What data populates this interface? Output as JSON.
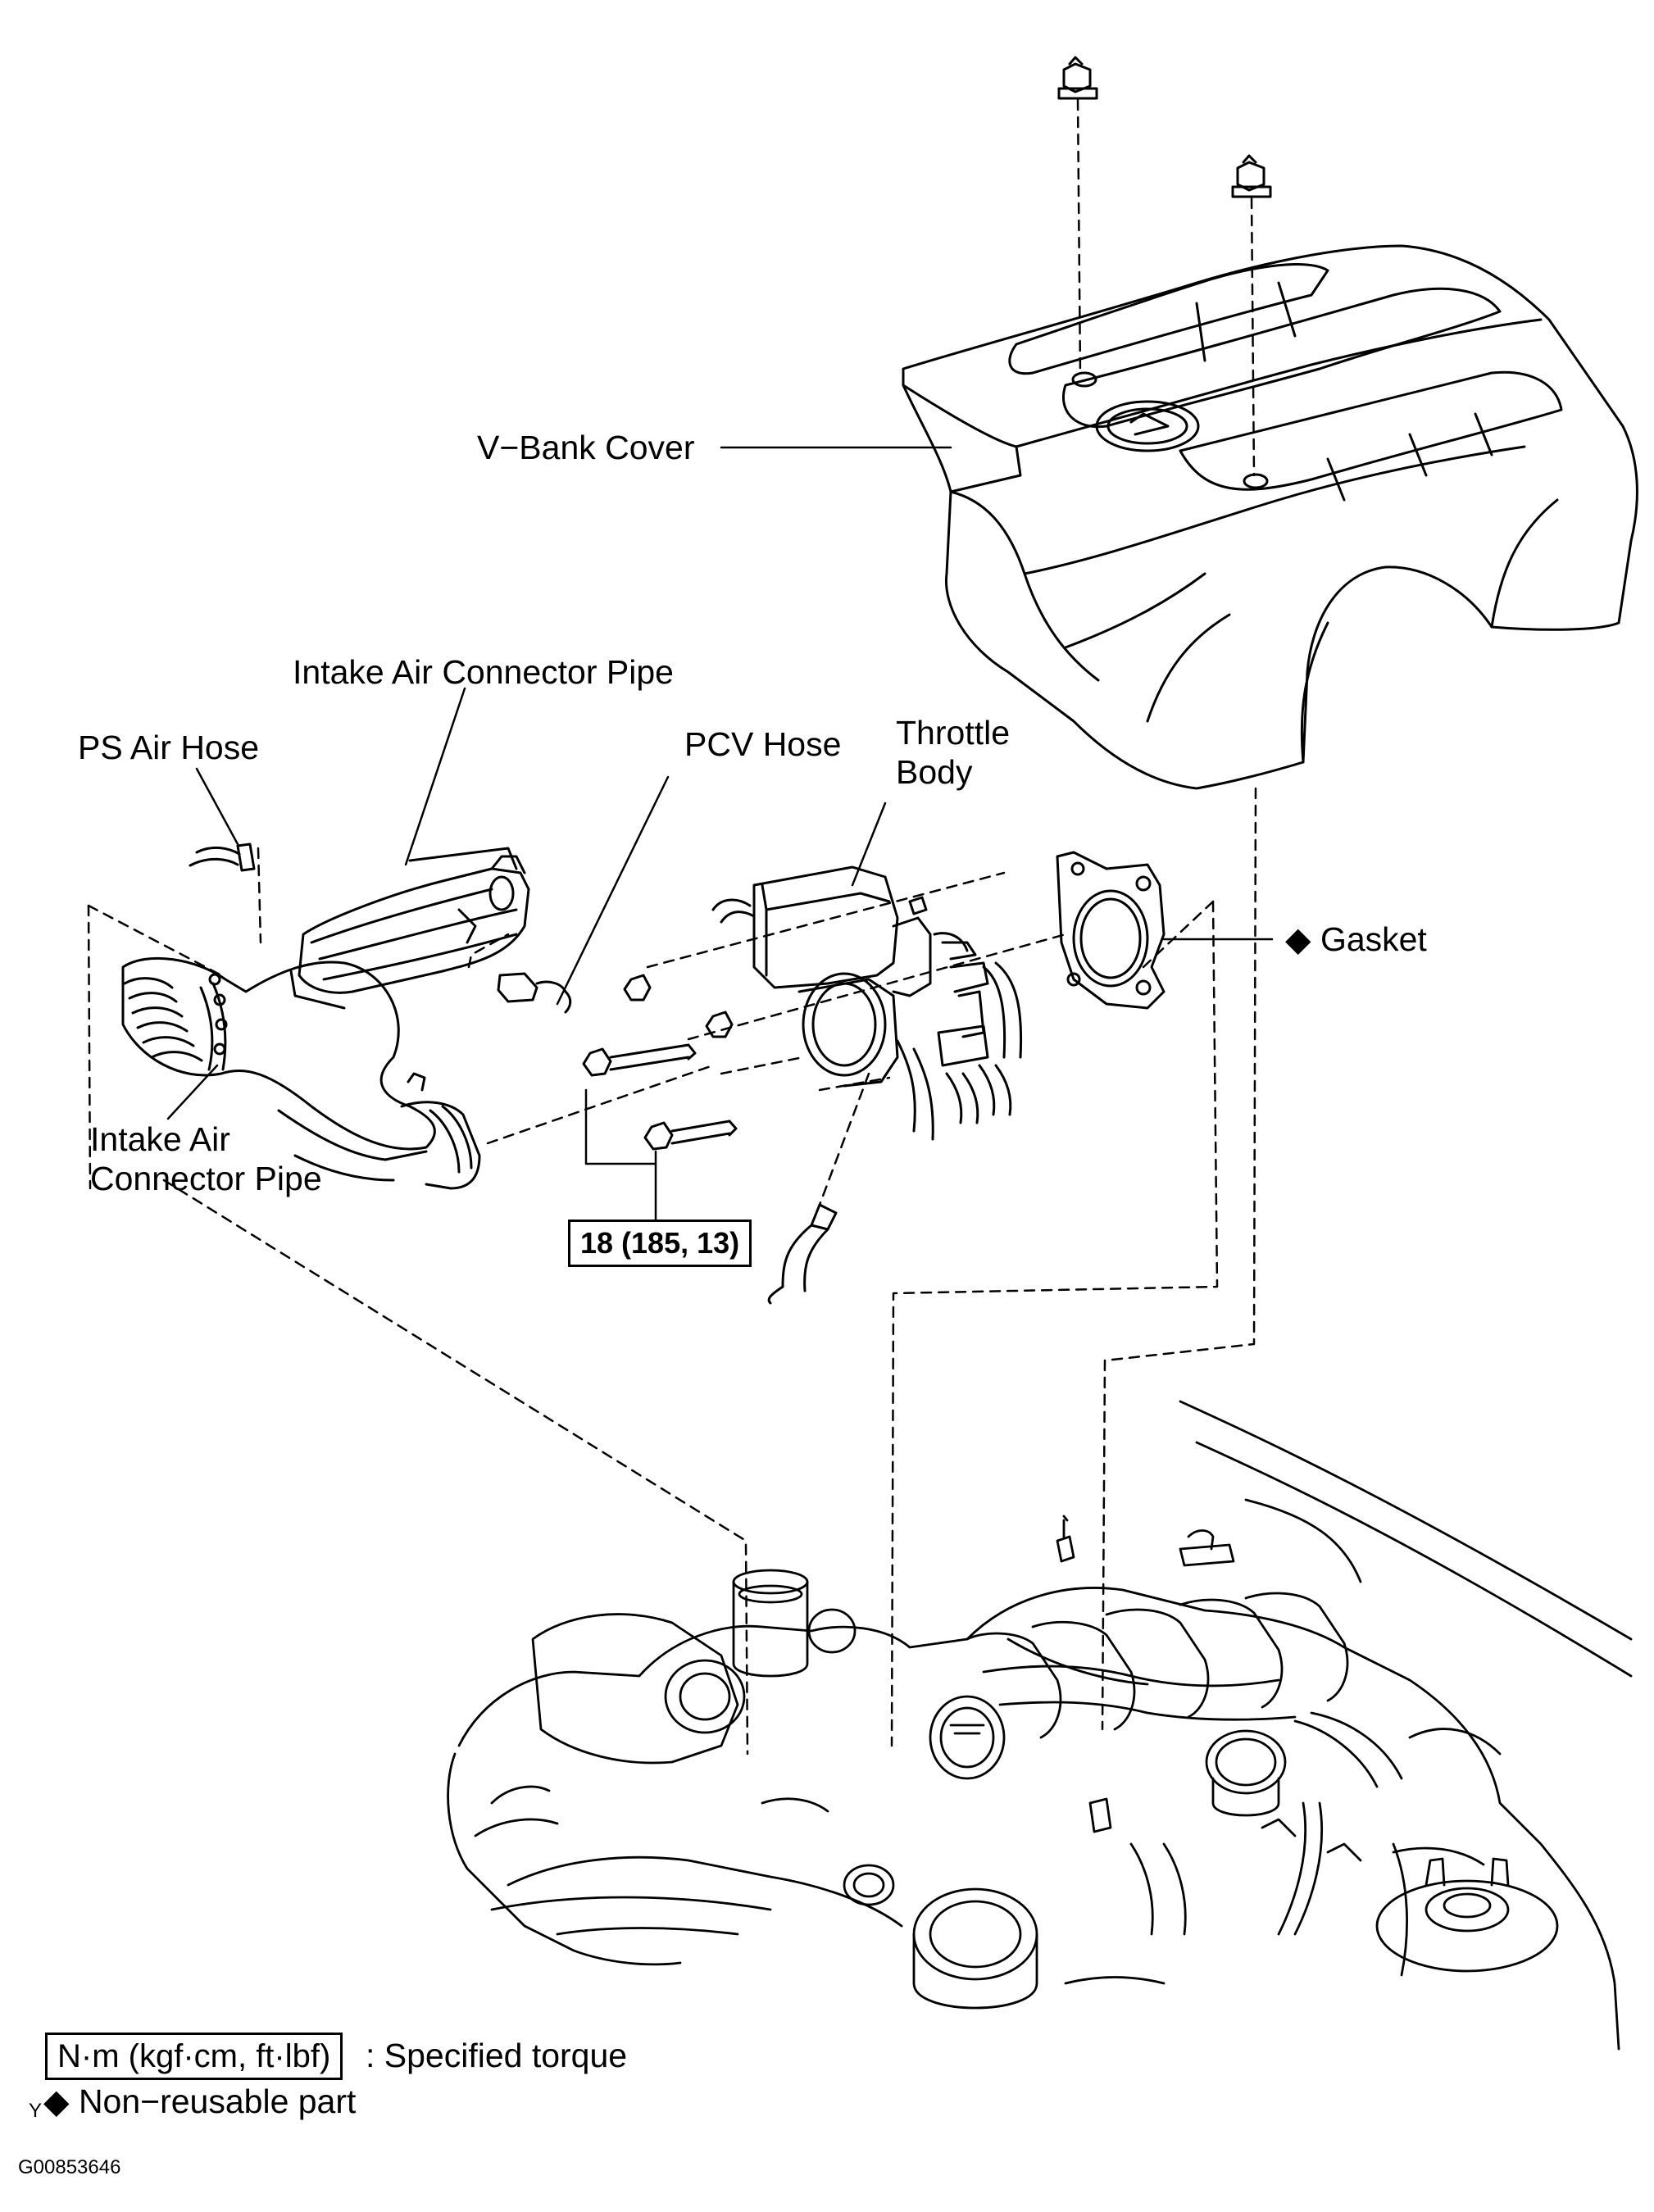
{
  "labels": {
    "v_bank_cover": "V−Bank Cover",
    "intake_air_connector_pipe_top": "Intake Air Connector Pipe",
    "ps_air_hose": "PS Air Hose",
    "pcv_hose": "PCV Hose",
    "throttle_body_line1": "Throttle",
    "throttle_body_line2": "Body",
    "gasket_symbol": "◆",
    "gasket": "Gasket",
    "intake_air_connector_pipe_left_line1": "Intake Air",
    "intake_air_connector_pipe_left_line2": "Connector Pipe"
  },
  "torque_spec": "18 (185, 13)",
  "legend": {
    "torque_box": "N·m (kgf·cm, ft·lbf)",
    "torque_text": ": Specified torque",
    "marker": "Y",
    "nonreusable_symbol": "◆",
    "nonreusable_text": "Non−reusable part"
  },
  "figure_code": "G00853646",
  "colors": {
    "line": "#000000",
    "background": "#ffffff"
  }
}
